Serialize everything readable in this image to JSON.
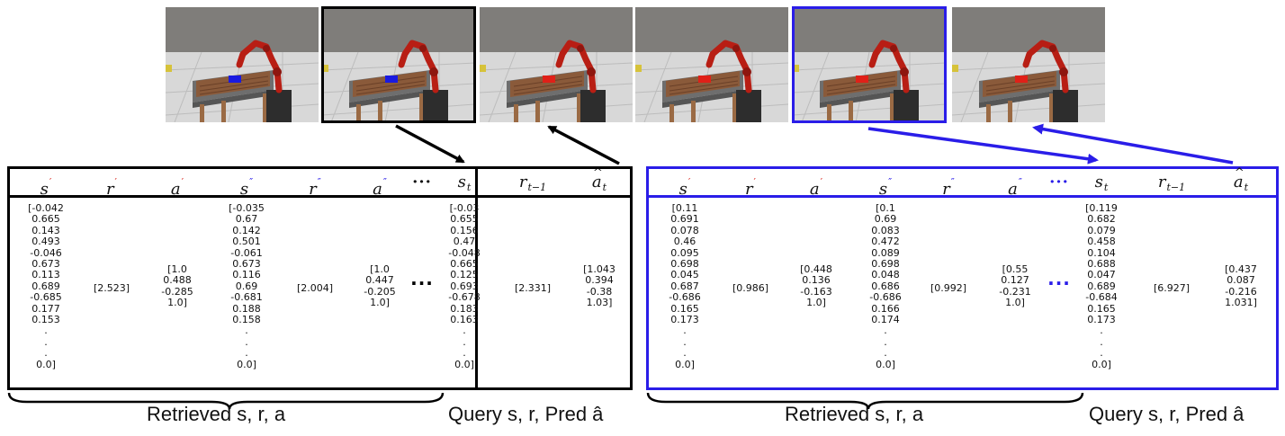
{
  "colors": {
    "left_accent": "#000000",
    "right_accent": "#2a1de8",
    "red_prime": "#d8251c",
    "blue_prime": "#2a1de8"
  },
  "frames": [
    {
      "cube": "#1a1ae0",
      "gripper_on_cube": false,
      "highlight": null
    },
    {
      "cube": "#1a1ae0",
      "gripper_on_cube": true,
      "highlight": "black"
    },
    {
      "cube": "#e02018",
      "gripper_on_cube": true,
      "highlight": null
    },
    {
      "cube": "#e02018",
      "gripper_on_cube": false,
      "highlight": null
    },
    {
      "cube": "#e02018",
      "gripper_on_cube": true,
      "highlight": "blue"
    },
    {
      "cube": "#e02018",
      "gripper_on_cube": false,
      "highlight": null
    }
  ],
  "header_symbols": {
    "s1": "s",
    "r1": "r",
    "a1": "a",
    "s2": "s",
    "r2": "r",
    "a2": "a",
    "prime1": "′",
    "prime2": "″",
    "st": "s",
    "st_sub": "t",
    "rt": "r",
    "rt_sub": "t−1",
    "at": "a",
    "at_sub": "t",
    "dots": "···"
  },
  "left_table": {
    "s_prime": [
      "[-0.042",
      "0.665",
      "0.143",
      "0.493",
      "-0.046",
      "0.673",
      "0.113",
      "0.689",
      "-0.685",
      "0.177",
      "0.153",
      ".",
      ".",
      ".",
      "0.0]"
    ],
    "r_prime": "[2.523]",
    "a_prime": [
      "[1.0",
      "0.488",
      "-0.285",
      "1.0]"
    ],
    "s_dprime": [
      "[-0.035",
      "0.67",
      "0.142",
      "0.501",
      "-0.061",
      "0.673",
      "0.116",
      "0.69",
      "-0.681",
      "0.188",
      "0.158",
      ".",
      ".",
      ".",
      "0.0]"
    ],
    "r_dprime": "[2.004]",
    "a_dprime": [
      "[1.0",
      "0.447",
      "-0.205",
      "1.0]"
    ],
    "s_t": [
      "[-0.03",
      "0.655",
      "0.156",
      "0.47",
      "-0.048",
      "0.665",
      "0.125",
      "0.693",
      "-0.678",
      "0.183",
      "0.163",
      ".",
      ".",
      ".",
      "0.0]"
    ],
    "r_t1": "[2.331]",
    "a_hat_t": [
      "[1.043",
      "0.394",
      "-0.38",
      "1.03]"
    ]
  },
  "right_table": {
    "s_prime": [
      "[0.11",
      "0.691",
      "0.078",
      "0.46",
      "0.095",
      "0.698",
      "0.045",
      "0.687",
      "-0.686",
      "0.165",
      "0.173",
      ".",
      ".",
      ".",
      "0.0]"
    ],
    "r_prime": "[0.986]",
    "a_prime": [
      "[0.448",
      "0.136",
      "-0.163",
      "1.0]"
    ],
    "s_dprime": [
      "[0.1",
      "0.69",
      "0.083",
      "0.472",
      "0.089",
      "0.698",
      "0.048",
      "0.686",
      "-0.686",
      "0.166",
      "0.174",
      ".",
      ".",
      ".",
      "0.0]"
    ],
    "r_dprime": "[0.992]",
    "a_dprime": [
      "[0.55",
      "0.127",
      "-0.231",
      "1.0]"
    ],
    "s_t": [
      "[0.119",
      "0.682",
      "0.079",
      "0.458",
      "0.104",
      "0.688",
      "0.047",
      "0.689",
      "-0.684",
      "0.165",
      "0.173",
      ".",
      ".",
      ".",
      "0.0]"
    ],
    "r_t1": "[6.927]",
    "a_hat_t": [
      "[0.437",
      "0.087",
      "-0.216",
      "1.031]"
    ]
  },
  "captions": {
    "retrieved": "Retrieved s, r, a",
    "query": "Query s, r, Pred â"
  }
}
